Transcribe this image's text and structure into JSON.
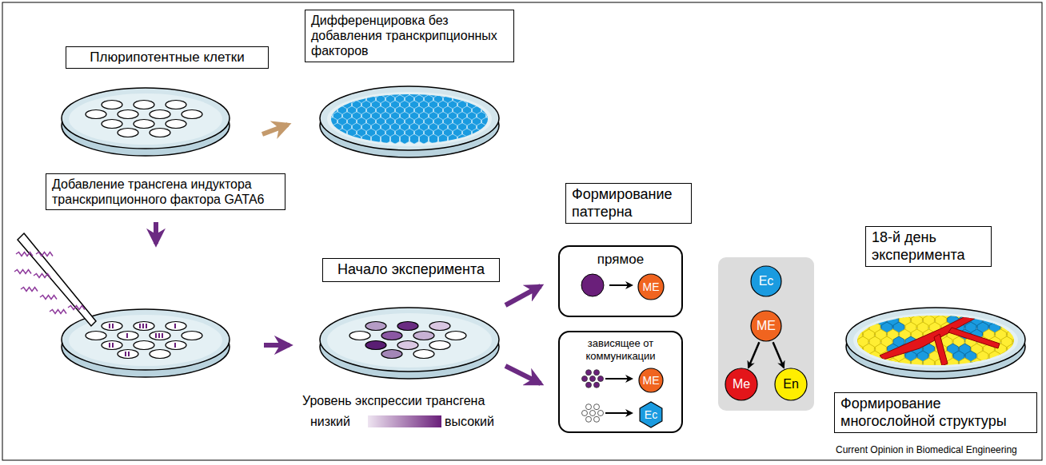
{
  "diagram": {
    "caption": "Current Opinion in Biomedical Engineering",
    "nodes": [
      {
        "text": [
          "Плюрипотентные клетки"
        ]
      },
      {
        "text": [
          "Дифференцировка без добавления транскрипционных факторов"
        ]
      },
      {
        "text": [
          "Добавление трансгена индуктора транскрипционного фактора GATA6"
        ]
      },
      {
        "text": [
          "Формирование паттерна"
        ]
      },
      {
        "text": [
          "Начало эксперимента"
        ]
      },
      {
        "text": [
          "прямое"
        ]
      },
      {
        "text": [
          "ME"
        ],
        "in": 5
      },
      {
        "text": [
          "зависящее от коммуникации"
        ]
      },
      {
        "text": [
          "ME"
        ],
        "in": 7
      },
      {
        "text": [
          "Ec"
        ],
        "in": 7
      },
      {
        "text": [
          "Ec"
        ]
      },
      {
        "text": [
          "ME"
        ]
      },
      {
        "text": [
          "Me"
        ]
      },
      {
        "text": [
          "En"
        ]
      },
      {
        "text": [
          "18-й день эксперимента"
        ]
      },
      {
        "text": [
          "Формирование многослойной структуры"
        ]
      }
    ],
    "edges": [
      {
        "from": 11,
        "to": 12,
        "arrow": "to"
      },
      {
        "from": 11,
        "to": 13,
        "arrow": "to"
      }
    ],
    "labels": [
      "Уровень экспрессии трансгена",
      "низкий",
      "высокий"
    ]
  }
}
